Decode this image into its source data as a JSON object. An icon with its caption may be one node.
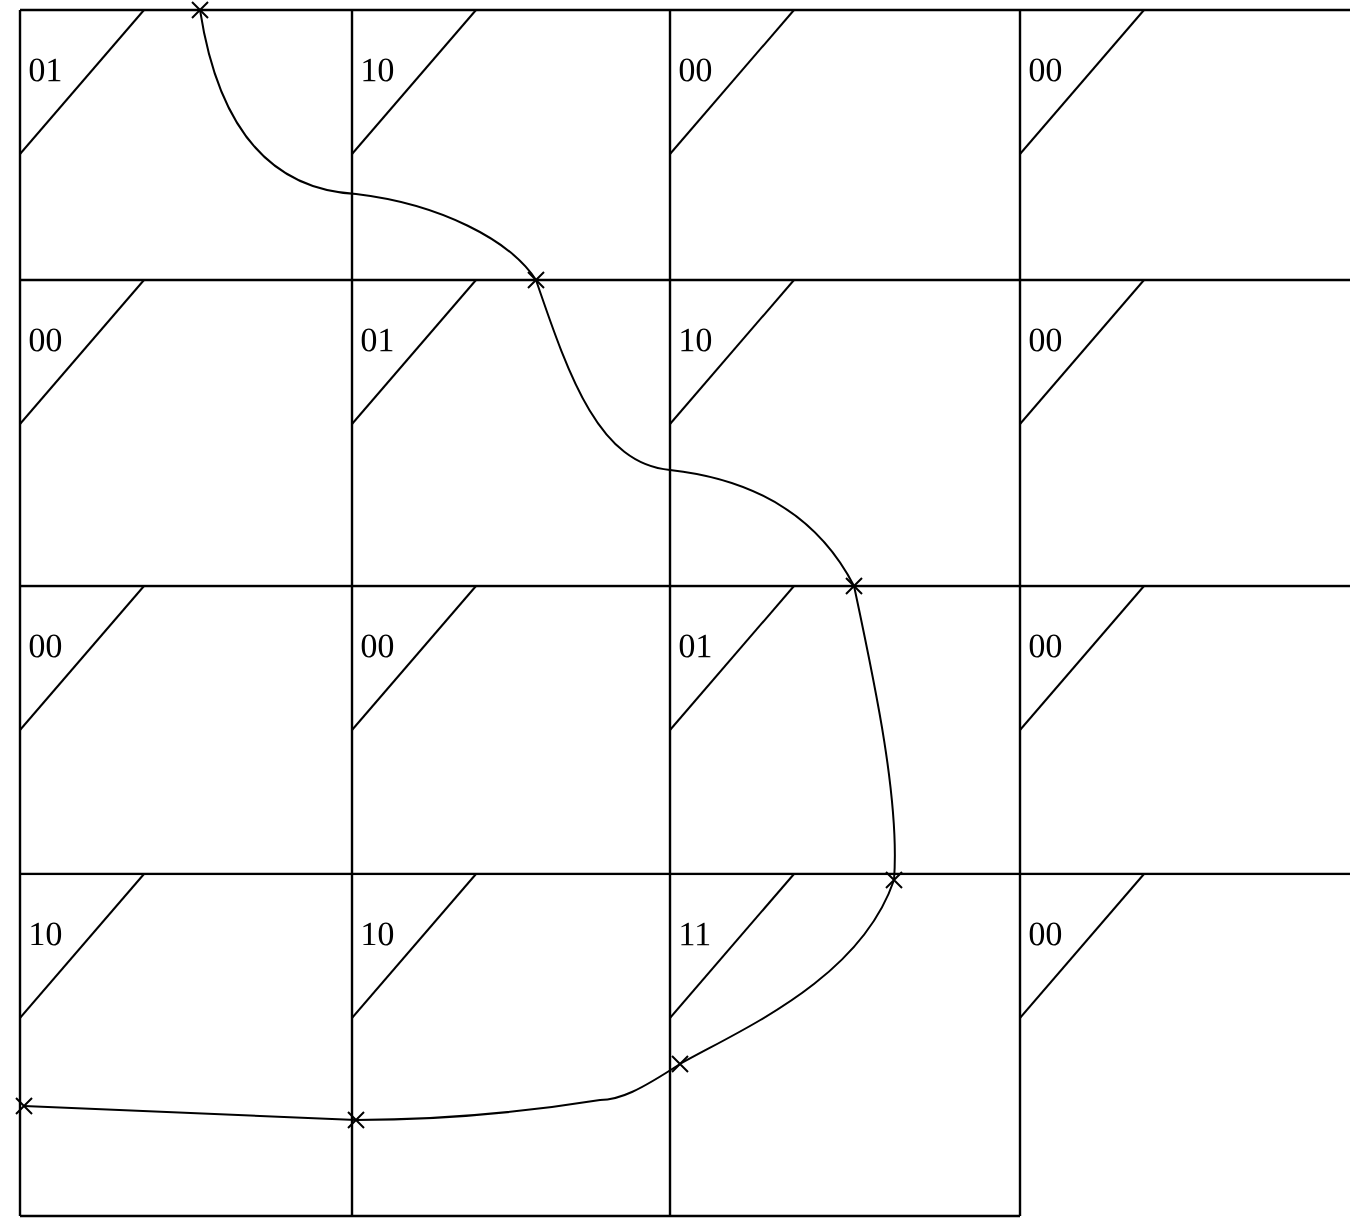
{
  "diagram": {
    "nodes": [
      {
        "text": [
          "01"
        ]
      },
      {
        "text": [
          "10"
        ]
      },
      {
        "text": [
          "00"
        ]
      },
      {
        "text": [
          "00"
        ]
      },
      {
        "text": [
          "00"
        ]
      },
      {
        "text": [
          "01"
        ]
      },
      {
        "text": [
          "10"
        ]
      },
      {
        "text": [
          "00"
        ]
      },
      {
        "text": [
          "00"
        ]
      },
      {
        "text": [
          "00"
        ]
      },
      {
        "text": [
          "01"
        ]
      },
      {
        "text": [
          "00"
        ]
      },
      {
        "text": [
          "10"
        ]
      },
      {
        "text": [
          "10"
        ]
      },
      {
        "text": [
          "11"
        ]
      },
      {
        "text": [
          "00"
        ]
      }
    ]
  }
}
